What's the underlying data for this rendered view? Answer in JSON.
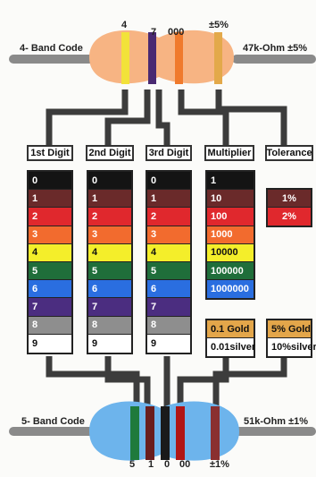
{
  "top": {
    "label": "4- Band Code",
    "value": "47k-Ohm  ±5%",
    "band_labels": [
      "4",
      "7",
      "000",
      "±5%"
    ],
    "band_colors": [
      "#f2e23a",
      "#4a2a72",
      "#f07a2c",
      "#e3a94a"
    ],
    "body_color": "#f7b483"
  },
  "bottom": {
    "label": "5- Band Code",
    "value": "51k-Ohm  ±1%",
    "band_labels": [
      "5",
      "1",
      "0",
      "00",
      "±1%"
    ],
    "band_colors": [
      "#1f7a3c",
      "#6a1e1e",
      "#1a1a1a",
      "#b01616",
      "#8a3030"
    ],
    "body_color": "#6db4ec"
  },
  "headers": [
    "1st Digit",
    "2nd Digit",
    "3rd Digit",
    "Multiplier",
    "Tolerance"
  ],
  "digit_colors": [
    {
      "label": "0",
      "color": "#141414",
      "light": false
    },
    {
      "label": "1",
      "color": "#6a2a2a",
      "light": false
    },
    {
      "label": "2",
      "color": "#e0282d",
      "light": false
    },
    {
      "label": "3",
      "color": "#f26b2e",
      "light": false
    },
    {
      "label": "4",
      "color": "#f4ee2a",
      "light": true
    },
    {
      "label": "5",
      "color": "#1f6e3a",
      "light": false
    },
    {
      "label": "6",
      "color": "#2a6ee0",
      "light": false
    },
    {
      "label": "7",
      "color": "#4b2d80",
      "light": false
    },
    {
      "label": "8",
      "color": "#8e8e8e",
      "light": false
    },
    {
      "label": "9",
      "color": "#ffffff",
      "light": true
    }
  ],
  "multiplier": [
    {
      "label": "1",
      "color": "#141414",
      "light": false
    },
    {
      "label": "10",
      "color": "#6a2a2a",
      "light": false
    },
    {
      "label": "100",
      "color": "#e0282d",
      "light": false
    },
    {
      "label": "1000",
      "color": "#f26b2e",
      "light": false
    },
    {
      "label": "10000",
      "color": "#f4ee2a",
      "light": true
    },
    {
      "label": "100000",
      "color": "#1f6e3a",
      "light": false
    },
    {
      "label": "1000000",
      "color": "#2a6ee0",
      "light": false
    }
  ],
  "multiplier_extra": [
    {
      "label": "0.1 Gold",
      "color": "#e3a64a",
      "light": true
    },
    {
      "label": "0.01silver",
      "color": "#ffffff",
      "light": true
    }
  ],
  "tolerance": [
    {
      "label": "1%",
      "color": "#6a2a2a",
      "light": false
    },
    {
      "label": "2%",
      "color": "#e0282d",
      "light": false
    }
  ],
  "tolerance_extra": [
    {
      "label": "5% Gold",
      "color": "#e3a64a",
      "light": true
    },
    {
      "label": "10%silver",
      "color": "#ffffff",
      "light": true
    }
  ]
}
